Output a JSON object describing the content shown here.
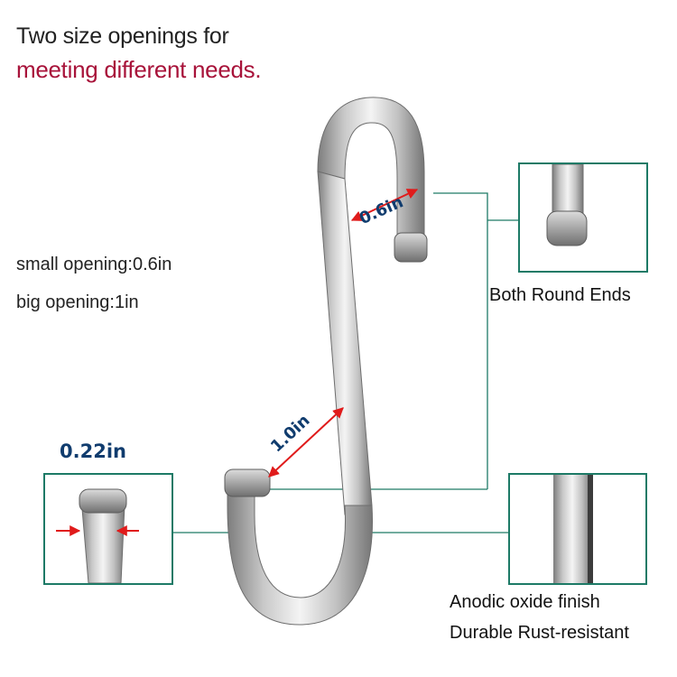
{
  "headline": {
    "line1": "Two size openings for",
    "line2": "meeting different needs."
  },
  "specs": {
    "small_opening": "small opening:0.6in",
    "big_opening": "big opening:1in"
  },
  "dimensions": {
    "small": "0.6in",
    "large": "1.0in",
    "thickness": "0.22in"
  },
  "callouts": {
    "round_ends": "Both Round Ends",
    "finish_line1": "Anodic oxide finish",
    "finish_line2": "Durable Rust-resistant"
  },
  "colors": {
    "accent_red": "#a8133a",
    "arrow_red": "#e01b1b",
    "frame_green": "#1d7a66",
    "dimension_blue": "#103c6e"
  }
}
